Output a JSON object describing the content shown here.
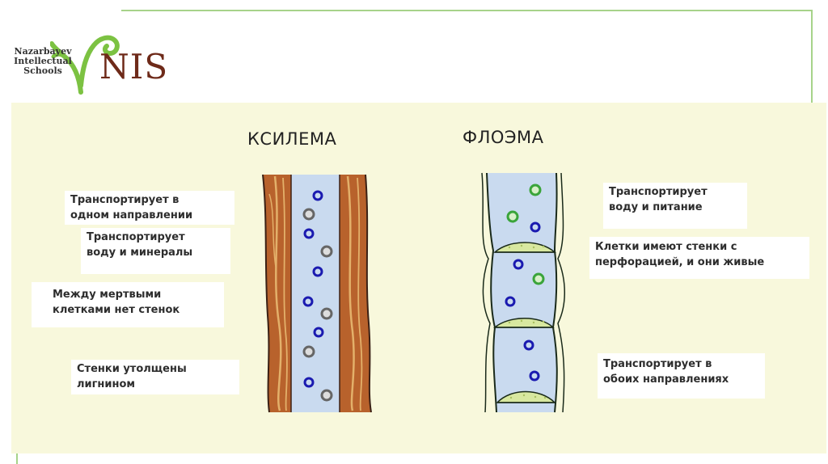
{
  "logo": {
    "line1": "Nazarbayev",
    "line2": "Intellectual",
    "line3": "Schools",
    "wordmark": "NIS"
  },
  "titles": {
    "xylem": "КСИЛЕМА",
    "phloem": "ФЛОЭМА"
  },
  "labels": {
    "one_direction_1": "Транспортирует в",
    "one_direction_2": "одном направлении",
    "water_minerals_1": "Транспортирует",
    "water_minerals_2": "воду и минералы",
    "no_walls_1": "Между мертвыми",
    "no_walls_2": "клетками нет стенок",
    "lignin_1": "Стенки утолщены",
    "lignin_2": "лигнином",
    "water_food_1": "Транспортирует",
    "water_food_2": "воду и питание",
    "perforated_1": "Клетки имеют стенки с",
    "perforated_2": "перфорацией, и они живые",
    "both_directions_1": "Транспортирует в",
    "both_directions_2": "обоих направлениях"
  },
  "colors": {
    "accent_line": "#a7d38a",
    "panel_bg": "#f8f8dc",
    "wood": "#b8622c",
    "wood_light": "#e3b06a",
    "vessel": "#c9daef",
    "water_dot": "#1a1ab0",
    "mineral_dot": "#888888",
    "nutrient_dot": "#3aa43a",
    "sieve_plate": "#d8e8a0",
    "logo_green": "#7cc242",
    "logo_brown": "#6e2a19"
  }
}
